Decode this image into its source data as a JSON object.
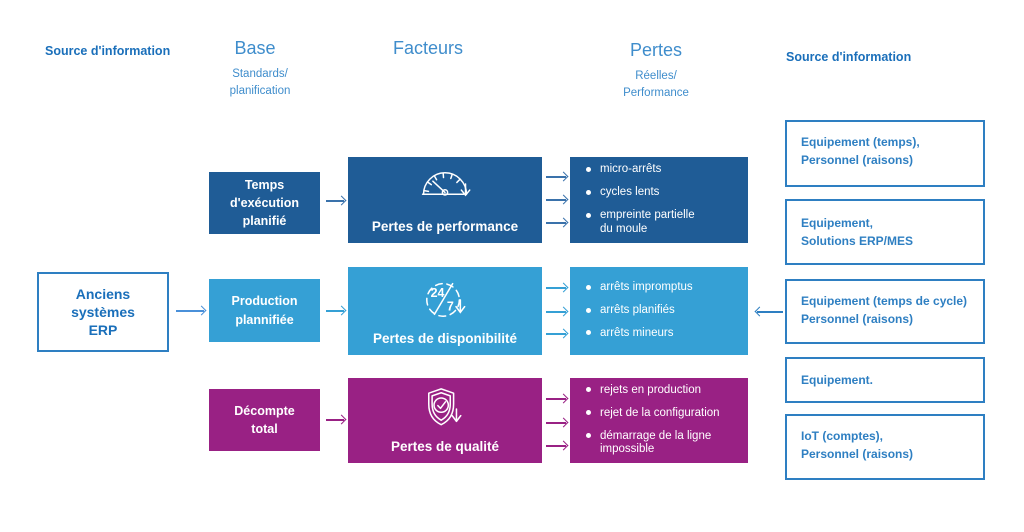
{
  "header": {
    "source_left": "Source d'information",
    "base_title": "Base",
    "base_subtitle": "Standards/\nplanification",
    "facteurs_title": "Facteurs",
    "pertes_title": "Pertes",
    "pertes_subtitle": "Réelles/\nPerformance",
    "source_right": "Source d'information"
  },
  "erp_label": "Anciens\nsystèmes\nERP",
  "rows": [
    {
      "base_label": "Temps\nd'exécution\nplanifié",
      "factor_label": "Pertes de performance",
      "icon": "gauge-icon",
      "losses": [
        "micro-arrêts",
        "cycles lents",
        "empreinte partielle\ndu moule"
      ],
      "color": "#1f5c96",
      "arrow_color": "#3a72ab"
    },
    {
      "base_label": "Production\nplannifiée",
      "factor_label": "Pertes de disponibilité",
      "icon": "24-7-clock-icon",
      "losses": [
        "arrêts impromptus",
        "arrêts planifiés",
        "arrêts mineurs"
      ],
      "color": "#35a0d5",
      "arrow_color": "#35a0d5"
    },
    {
      "base_label": "Décompte\ntotal",
      "factor_label": "Pertes de qualité",
      "icon": "shield-check-icon",
      "losses": [
        "rejets en production",
        "rejet de la configuration",
        "démarrage de la ligne\nimpossible"
      ],
      "color": "#992184",
      "arrow_color": "#992184"
    }
  ],
  "sources_right": [
    {
      "label": "Equipement (temps),\nPersonnel (raisons)"
    },
    {
      "label": "Equipement,\nSolutions ERP/MES"
    },
    {
      "label": "Equipement (temps de cycle)\nPersonnel (raisons)"
    },
    {
      "label": "Equipement."
    },
    {
      "label": "IoT (comptes),\nPersonnel (raisons)"
    }
  ],
  "colors": {
    "dark_blue": "#1f5c96",
    "light_blue": "#35a0d5",
    "magenta": "#992184",
    "border_blue": "#2e7fc2",
    "header_bold_blue": "#1a6fba",
    "header_light_blue": "#3f8dcc",
    "arrow_erp": "#4a90d9"
  }
}
